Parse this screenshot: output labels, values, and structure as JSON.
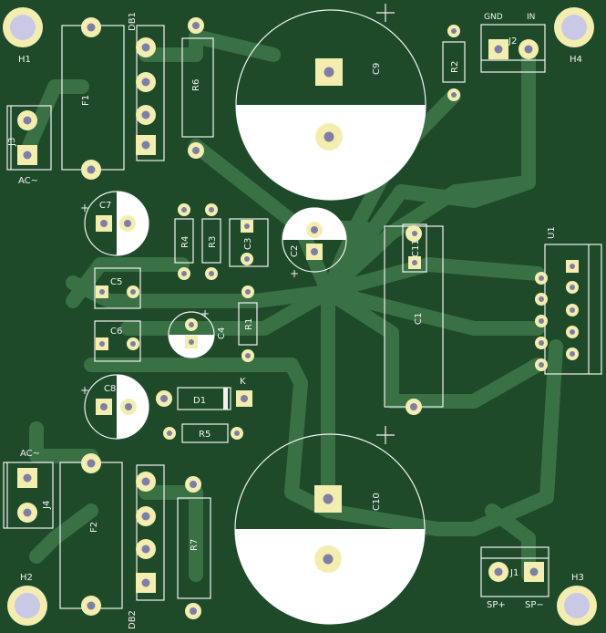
{
  "board": {
    "labels": {
      "h1": "H1",
      "h2": "H2",
      "h3": "H3",
      "h4": "H4",
      "db1": "DB1",
      "db2": "DB2",
      "f1": "F1",
      "f2": "F2",
      "j1": "J1",
      "j2": "J2",
      "j3": "J3",
      "j4": "J4",
      "r1": "R1",
      "r2": "R2",
      "r3": "R3",
      "r4": "R4",
      "r5": "R5",
      "r6": "R6",
      "r7": "R7",
      "c1": "C1",
      "c2": "C2",
      "c3": "C3",
      "c4": "C4",
      "c5": "C5",
      "c6": "C6",
      "c7": "C7",
      "c8": "C8",
      "c9": "C9",
      "c10": "C10",
      "c11": "C11",
      "d1": "D1",
      "k": "K",
      "u1": "U1",
      "gnd": "GND",
      "in": "IN",
      "ac1": "AC~",
      "ac2": "AC~",
      "spp": "SP+",
      "spm": "SP−",
      "plus": "+"
    },
    "colors": {
      "board": "#1f4a2a",
      "trace": "#3f7a4a",
      "pad": "#f3eeb0",
      "drill": "#7f7fa3",
      "silk": "#f2f2f2",
      "hole": "#c9c9e6"
    }
  }
}
